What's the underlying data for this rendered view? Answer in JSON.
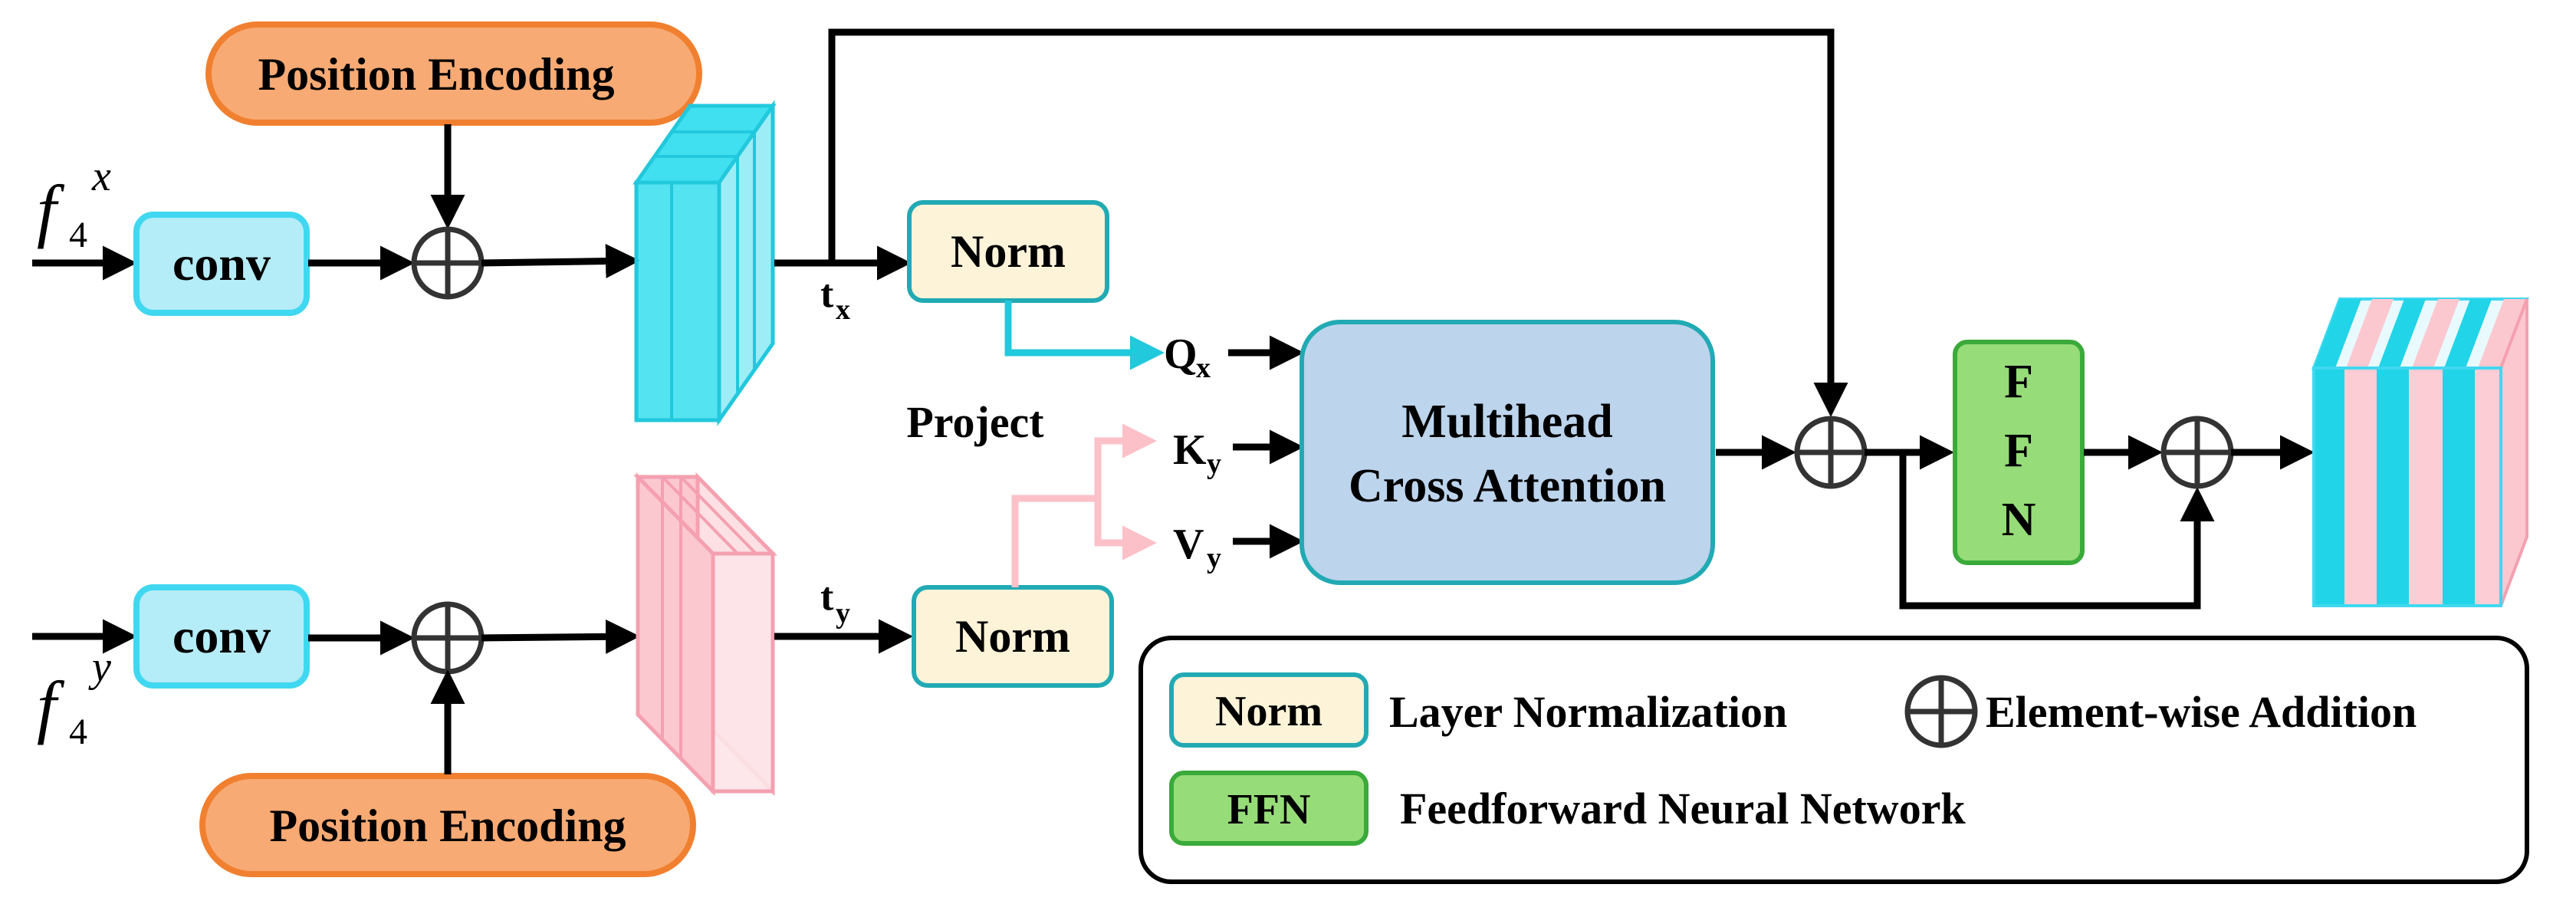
{
  "inputs": {
    "fx_base": "f",
    "fx_sub": "4",
    "fx_sup": "x",
    "fy_base": "f",
    "fy_sub": "4",
    "fy_sup": "y"
  },
  "blocks": {
    "pos_enc_top": "Position Encoding",
    "pos_enc_bottom": "Position Encoding",
    "conv_top": "conv",
    "conv_bottom": "conv",
    "norm_top": "Norm",
    "norm_bottom": "Norm",
    "attention_line1": "Multihead",
    "attention_line2": "Cross Attention",
    "ffn_1": "F",
    "ffn_2": "F",
    "ffn_3": "N"
  },
  "tokens": {
    "tx_base": "t",
    "tx_sub": "x",
    "ty_base": "t",
    "ty_sub": "y",
    "qx_base": "Q",
    "qx_sub": "x",
    "ky_base": "K",
    "ky_sub": "y",
    "vy_base": "V",
    "vy_sub": "y",
    "project": "Project"
  },
  "legend": {
    "norm_box": "Norm",
    "norm_text": "Layer Normalization",
    "add_text": "Element-wise Addition",
    "ffn_box": "FFN",
    "ffn_text": "Feedforward Neural Network"
  },
  "colors": {
    "cyan_fill": "#40e0f0",
    "cyan_stroke": "#22c8dc",
    "pink_fill": "#fcc8d0",
    "pink_stroke": "#f4a0b0",
    "orange_fill": "#f8aa74",
    "orange_stroke": "#f08030",
    "conv_fill": "#b4ecf8",
    "norm_fill": "#fdf3d8",
    "attention_fill": "#bcd4ec",
    "ffn_fill": "#96dc78",
    "ffn_stroke": "#3aaa3a",
    "teal_stroke": "#22aab4"
  }
}
